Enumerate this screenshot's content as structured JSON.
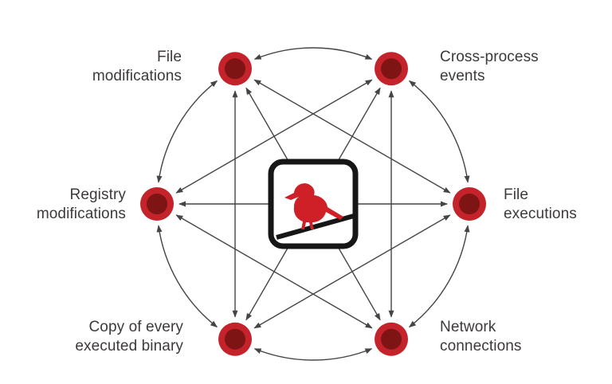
{
  "diagram": {
    "style": {
      "line_color": "#454545",
      "node_ring_color": "#c4232b",
      "node_core_color": "#7e1413",
      "text_color": "#3d3a39",
      "logo_frame_color": "#161616",
      "logo_bird_color": "#d02027"
    },
    "center_logo": {
      "name": "red-canary-logo",
      "icon": "canary-bird-icon"
    },
    "nodes": [
      {
        "id": "file-modifications",
        "label": "File modifications",
        "angle": 240
      },
      {
        "id": "cross-process-events",
        "label": "Cross-process events",
        "angle": 300
      },
      {
        "id": "file-executions",
        "label": "File executions",
        "angle": 0
      },
      {
        "id": "network-connections",
        "label": "Network connections",
        "angle": 60
      },
      {
        "id": "copy-of-every-executed-binary",
        "label": "Copy of every executed binary",
        "angle": 120
      },
      {
        "id": "registry-modifications",
        "label": "Registry modifications",
        "angle": 180
      }
    ],
    "edges": [
      {
        "from": "file-modifications",
        "to": "cross-process-events",
        "type": "arc"
      },
      {
        "from": "cross-process-events",
        "to": "file-executions",
        "type": "arc"
      },
      {
        "from": "file-executions",
        "to": "network-connections",
        "type": "arc"
      },
      {
        "from": "network-connections",
        "to": "copy-of-every-executed-binary",
        "type": "arc"
      },
      {
        "from": "copy-of-every-executed-binary",
        "to": "registry-modifications",
        "type": "arc"
      },
      {
        "from": "registry-modifications",
        "to": "file-modifications",
        "type": "arc"
      },
      {
        "from": "file-modifications",
        "to": "file-executions",
        "type": "line"
      },
      {
        "from": "file-modifications",
        "to": "network-connections",
        "type": "line"
      },
      {
        "from": "file-modifications",
        "to": "copy-of-every-executed-binary",
        "type": "line"
      },
      {
        "from": "cross-process-events",
        "to": "network-connections",
        "type": "line"
      },
      {
        "from": "cross-process-events",
        "to": "copy-of-every-executed-binary",
        "type": "line"
      },
      {
        "from": "cross-process-events",
        "to": "registry-modifications",
        "type": "line"
      },
      {
        "from": "file-executions",
        "to": "copy-of-every-executed-binary",
        "type": "line"
      },
      {
        "from": "file-executions",
        "to": "registry-modifications",
        "type": "line"
      },
      {
        "from": "network-connections",
        "to": "registry-modifications",
        "type": "line"
      }
    ]
  }
}
